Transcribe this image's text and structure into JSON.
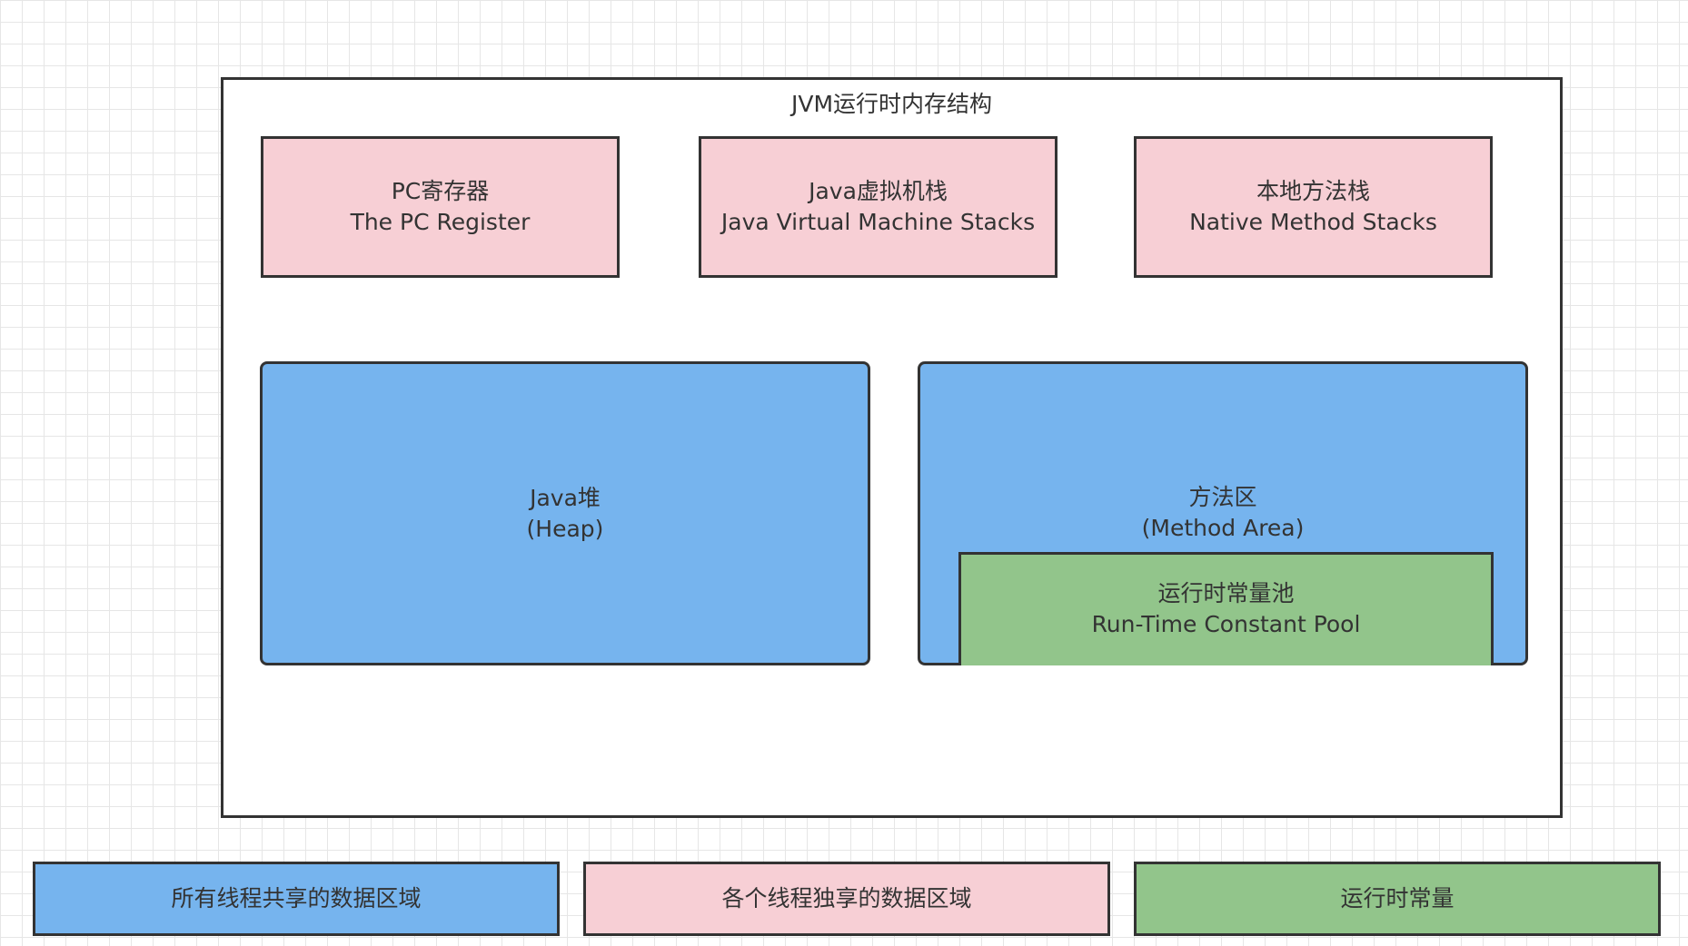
{
  "diagram": {
    "title": "JVM运行时内存结构",
    "boxes": {
      "pc_register": {
        "line1": "PC寄存器",
        "line2": "The PC Register"
      },
      "jvm_stacks": {
        "line1": "Java虚拟机栈",
        "line2": "Java Virtual Machine Stacks"
      },
      "native_stacks": {
        "line1": "本地方法栈",
        "line2": "Native Method Stacks"
      },
      "heap": {
        "line1": "Java堆",
        "line2": "(Heap)"
      },
      "method_area": {
        "line1": "方法区",
        "line2": "(Method Area)"
      },
      "constant_pool": {
        "line1": "运行时常量池",
        "line2": "Run-Time Constant Pool"
      }
    },
    "legend": {
      "shared": "所有线程共享的数据区域",
      "private": "各个线程独享的数据区域",
      "constant": "运行时常量"
    },
    "colors": {
      "shared": "#76b4ee",
      "private": "#f7cfd5",
      "constant": "#92c58b",
      "border": "#333333"
    }
  }
}
